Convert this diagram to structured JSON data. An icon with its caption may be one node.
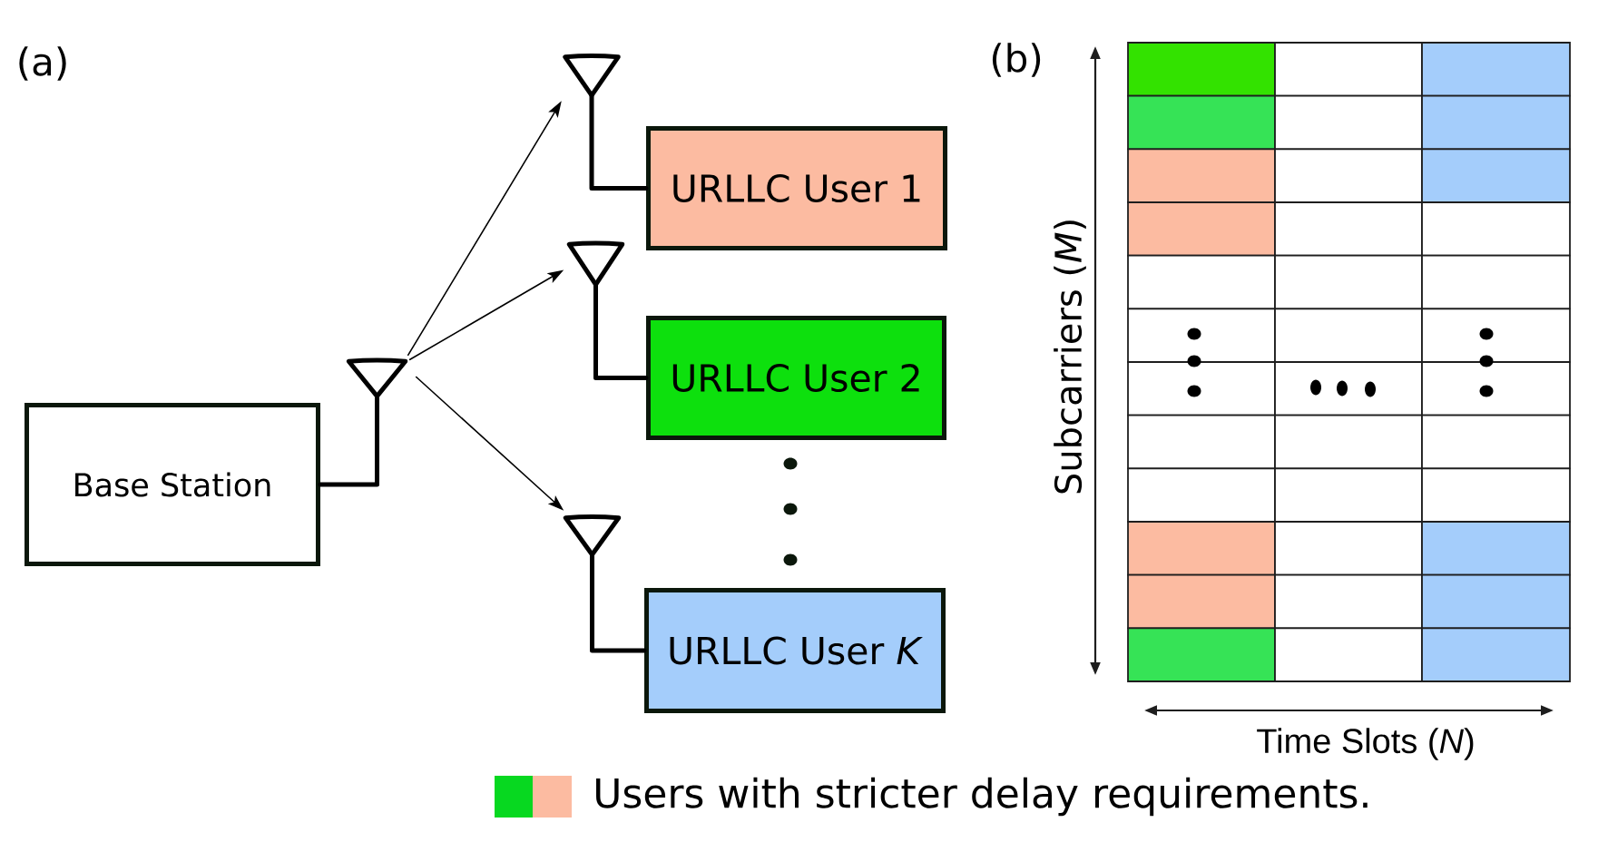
{
  "diagram": {
    "nodes": [
      {
        "text": [
          "Base Station"
        ]
      },
      {
        "text": [],
        "shape": "antenna"
      },
      {
        "text": [],
        "shape": "antenna"
      },
      {
        "text": [
          "URLLC User 1"
        ]
      },
      {
        "text": [],
        "shape": "antenna"
      },
      {
        "text": [
          "URLLC User 2"
        ]
      },
      {
        "text": [],
        "shape": "antenna"
      },
      {
        "text": [
          "URLLC User *K*"
        ]
      }
    ],
    "edges": [
      {
        "from": 0,
        "to": 1,
        "arrow": "none"
      },
      {
        "from": 1,
        "to": 2,
        "arrow": "to"
      },
      {
        "from": 1,
        "to": 4,
        "arrow": "to"
      },
      {
        "from": 1,
        "to": 6,
        "arrow": "to"
      },
      {
        "from": 2,
        "to": 3,
        "arrow": "none"
      },
      {
        "from": 4,
        "to": 5,
        "arrow": "none"
      },
      {
        "from": 6,
        "to": 7,
        "arrow": "none"
      }
    ],
    "labels": [
      "(a)",
      "(b)",
      "Subcarriers (*M*)",
      "Time Slots (*N*)"
    ],
    "legend": [
      {
        "text": "Users with stricter delay requirements.",
        "color": "#07d820"
      }
    ]
  }
}
